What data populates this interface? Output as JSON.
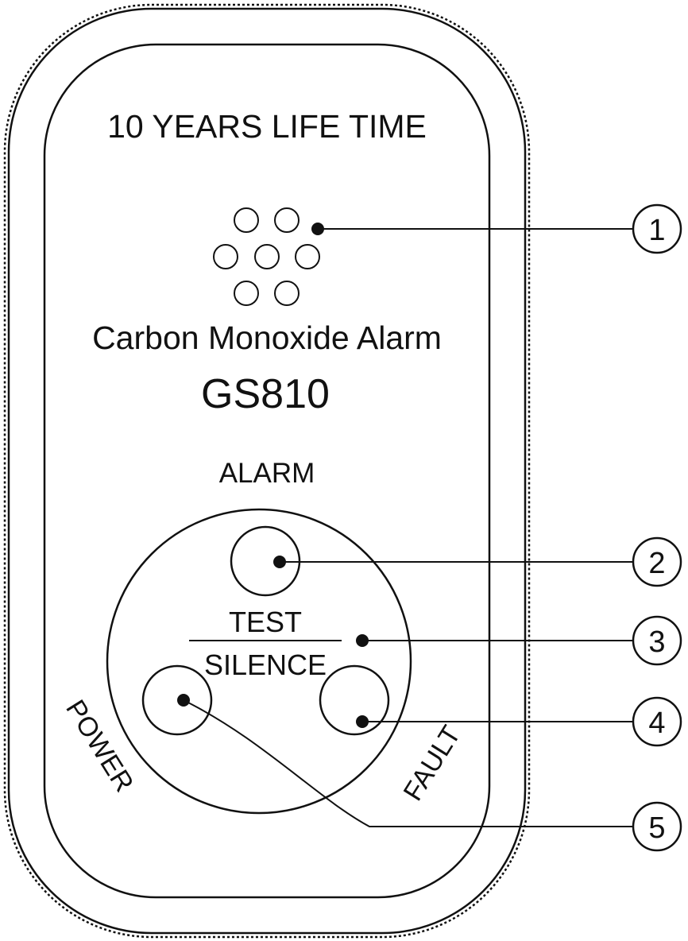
{
  "device": {
    "lifetime_text": "10 YEARS LIFE TIME",
    "product_name": "Carbon Monoxide Alarm",
    "model": "GS810"
  },
  "indicators": {
    "alarm_label": "ALARM",
    "test_label": "TEST",
    "silence_label": "SILENCE",
    "power_label": "POWER",
    "fault_label": "FAULT"
  },
  "callouts": [
    {
      "number": "1",
      "target": "sounder-holes"
    },
    {
      "number": "2",
      "target": "alarm-led"
    },
    {
      "number": "3",
      "target": "test-silence-button"
    },
    {
      "number": "4",
      "target": "fault-led"
    },
    {
      "number": "5",
      "target": "power-led"
    }
  ],
  "colors": {
    "line": "#111111",
    "background": "#ffffff"
  }
}
